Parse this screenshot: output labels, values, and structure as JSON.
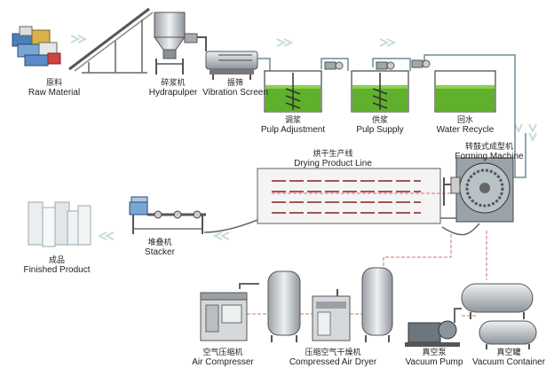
{
  "labels": {
    "raw_material": {
      "cn": "原料",
      "en": "Raw Material"
    },
    "hydrapulper": {
      "cn": "碎浆机",
      "en": "Hydrapulper"
    },
    "vibration_screen": {
      "cn": "振筛",
      "en": "Vibration Screen"
    },
    "pulp_adjustment": {
      "cn": "调浆",
      "en": "Pulp Adjustment"
    },
    "pulp_supply": {
      "cn": "供浆",
      "en": "Pulp Supply"
    },
    "water_recycle": {
      "cn": "回水",
      "en": "Water Recycle"
    },
    "forming_machine": {
      "cn": "转鼓式成型机",
      "en": "Forming Machine"
    },
    "drying_line": {
      "cn": "烘干生产线",
      "en": "Drying Product Line"
    },
    "stacker": {
      "cn": "堆叠机",
      "en": "Stacker"
    },
    "finished_product": {
      "cn": "成品",
      "en": "Finished Product"
    },
    "air_compressor": {
      "cn": "空气压缩机",
      "en": "Air Compresser"
    },
    "compressed_air_dryer": {
      "cn": "压缩空气干燥机",
      "en": "Compressed Air Dryer"
    },
    "vacuum_pump": {
      "cn": "真空泵",
      "en": "Vacuum Pump"
    },
    "vacuum_container": {
      "cn": "真空罐",
      "en": "Vacuum Container"
    }
  },
  "colors": {
    "pulp_green": "#5fb02a",
    "flow_arrow": "#cfe3d9",
    "equipment_gray": "#c9ccd0",
    "dryer_fill": "#f3f3f3",
    "pipe": "#6f8a96",
    "air_line": "#e26a6a"
  }
}
